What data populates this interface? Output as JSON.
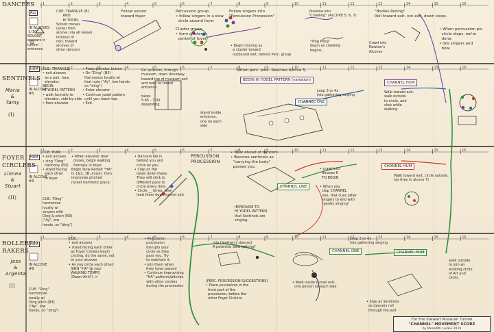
{
  "ruler_numbers": [
    "1",
    "2",
    "3",
    "4",
    "5",
    "6",
    "7",
    "8",
    "9",
    "10",
    "11",
    "12",
    "13",
    "14",
    "15",
    "16"
  ],
  "lanes": [
    {
      "title": "DANCERS"
    },
    {
      "title": "SENTINELS",
      "performers": "Maria\n&\nTamy",
      "roman": "(I)"
    },
    {
      "title": "FOYER\nCIRCLERS",
      "performers": "Linnea\n&\nStuart",
      "roman": "(II)"
    },
    {
      "title": "ROLLERS/\nRAKERS",
      "performers": "Jess\n&\nArgenta",
      "roman": "III"
    }
  ],
  "roles": {
    "all": "ALL",
    "hum1": "HUM",
    "hum2": "HUM",
    "hum3": "HUM",
    "in_alcoves_1": "IN ALCOVES\n1-10",
    "in_alcoves_5": "IN ALCOVE\n#5",
    "in_alcoves_3": "IN ALCOVE\n#3",
    "in_alcoves_8": "IN ALCOVE\n#8"
  },
  "dancers": {
    "a1": "SOLOIST\nappears in\ntunnel\nentrance",
    "a2": "CUE: TRIANGLE (B)\n      AND\n      HI YODEL\nSoloist moves\n(slow) from\nalcove (via all views)\ninto/out of\nrest, toward\nalcoves of\nother dancers",
    "a3": "Follow soloist\ntoward foyer",
    "a4": "Percussion group:\n• follow singers in a slow\n  circle around foyer",
    "a5": "Cluster group:\n• form cluster in\n  center of foyer",
    "a6": "Follow singers into\n\"Percussion Procession\"",
    "a7": "• Begin moving as\n  a cluster toward\n  outbound exit, behind Perc. group",
    "a8": "Dissolve into\n\"Crawling\" (ALCOVE 5, 6, 7)",
    "a9": "\"Ping Pong\"\nbegin as crawling\nbegins.",
    "a10": "Crawl into\nNewton's\nAlcoves",
    "a11": "\"Bodies Rolling\"\nRoll toward exit, not exit, down steps.",
    "a12": "• When percussion pls\n  circle stops, we're\n  done.\n• ISIs singers and\n  bow."
  },
  "sentinels": {
    "s1": "CUE: TRIANGLE:\n• exit alcoves\n  as a pair, face\n  elevator.\nBEGIN\nHI YODEL PATTERN\n• walk formally to\n  elevator, side-by-side\n• Face elevator",
    "s2": "• Press elevator button\n• On \"Ding\" (B3)\n  Harmonize locally w/\n  that note (\"Ay\", low hands,\n  on \"ding\")\n• Enter elevator\n• Continue yodel pattern\n  until you reach top.\n• Exit.",
    "s3": "Go up stairs, through\nmuseum, down driveway,\ntoward top of museum exit\nand walk to tunnel\nentrance\n\ntakes\n5:45 - 7:00\ndepending",
    "s4": "stand inside\nentrance,\none on each\nside",
    "s5": "When perc. proc. Reaches Alcove 5,",
    "s6": "BEGIN HI YODEL PATTERN (variation)",
    "s7": "Loop 3 or 4x\ninto gathering singing",
    "s8": "CHANNEL ONE",
    "s9": "CHANNEL HUM",
    "s10": "Walk toward exit,\nwalk outside\nto circle, and\nclick while\nwalking."
  },
  "foyer": {
    "f1": "CUE: HUM:\n• exit alcoves\n• sing \"Ding\"\n  harmony (B3)\n• stand facing\n  each other\n  in foyer",
    "f2": "CUE: \"Ding\"\nharmonize\nlocally w/\nsingers with\nDing & pitch (B3)\n(\"Ay\", low\nhands, on \"ding\")",
    "f3": "• When elevator door\n  closes, begin walking\n  formally in foyer\nBegin Slow Rocket \"HA\"\nin 1&2, 1B unison, then\nimprovise pitched\nrocket harmonic place.",
    "f4": "• Dancers fall in\n  behind you and\n  circle w/ you\n• Clap on flat\n  takes down these.\n  They will stick to\n  different pace to\n  circle every time.\n• Circle __ times, then\n  lead them down tunnel exit",
    "f5": "PERCUSSION\nPROCESSION",
    "f6": "• Walk ahead of dancers.\n• Become sentinels as\n  \"carrying the body\"\n  passes you.",
    "f7": "IMPROVISE TO\nHI YODEL PATTERN\nthat Sentinels are\nsinging.",
    "f8": "CHANNEL ONE",
    "f9": "• crawl into\n  alcoves 6\n  TO BEGIN",
    "f10": "• When you\n  stop CHANNEL\n  one, that cues other\n  singers to end with\n  \"gently singing\"",
    "f11": "CHANNEL HUM",
    "f12": "Walk toward exit, circle outside.\n(as they in alcove 7)"
  },
  "rollers": {
    "r1": "CUE:\n• exit alcoves\n• stand facing each other\n  as Foyer Circlers begin\n  circling, do the same, not\n  to your alcoves\n• As you circle each other:\n  SING \"HA\" @ your\n  WALKING TEMPO\n  (Dawn-Ahh?) ->",
    "r2": "CUE: \"Ding\"\nharmonize\nlocally w/\nDing pitch (B3)\n(\"Ay\", low\nhands, on \"ding\")",
    "r3": "• Percussion\n  procession\n  disrupts your\n  circle as they\n  pass you. Try\n  to maintain it.\n• Join them when\n  they have passed\n• Continue improvising\n  \"HA\" patterns/pitches\n  with other circlers\n  during the procession",
    "r4": "(PERC. PROCESSION SUGGESTIONS)\n• Place yourselves in the\n  front part of the\n  procession, before the\n  other Foyer Circlers.",
    "r5": "(via Heathen's dances)\nA potential Swampthing?",
    "r6": "CHANNEL ONE",
    "r7": "Loop 3 or 4x\ninto gathering singing",
    "r8": "CHANNEL HUM",
    "r9": "• Walk inside tunnel exit,\n  one person on each side",
    "r10": "• Stay as Sentinels\n  as dancers roll\n  through the exit",
    "r11": "walk outside\nto join an\nexisting circle\nof Art and\nclicks."
  },
  "credit": {
    "line1": "For the Stewart Museum Tunnel",
    "line2": "\"CHANNEL\" MOVEMENT SCORE",
    "line3": "by Meredith Leckie 2019"
  }
}
